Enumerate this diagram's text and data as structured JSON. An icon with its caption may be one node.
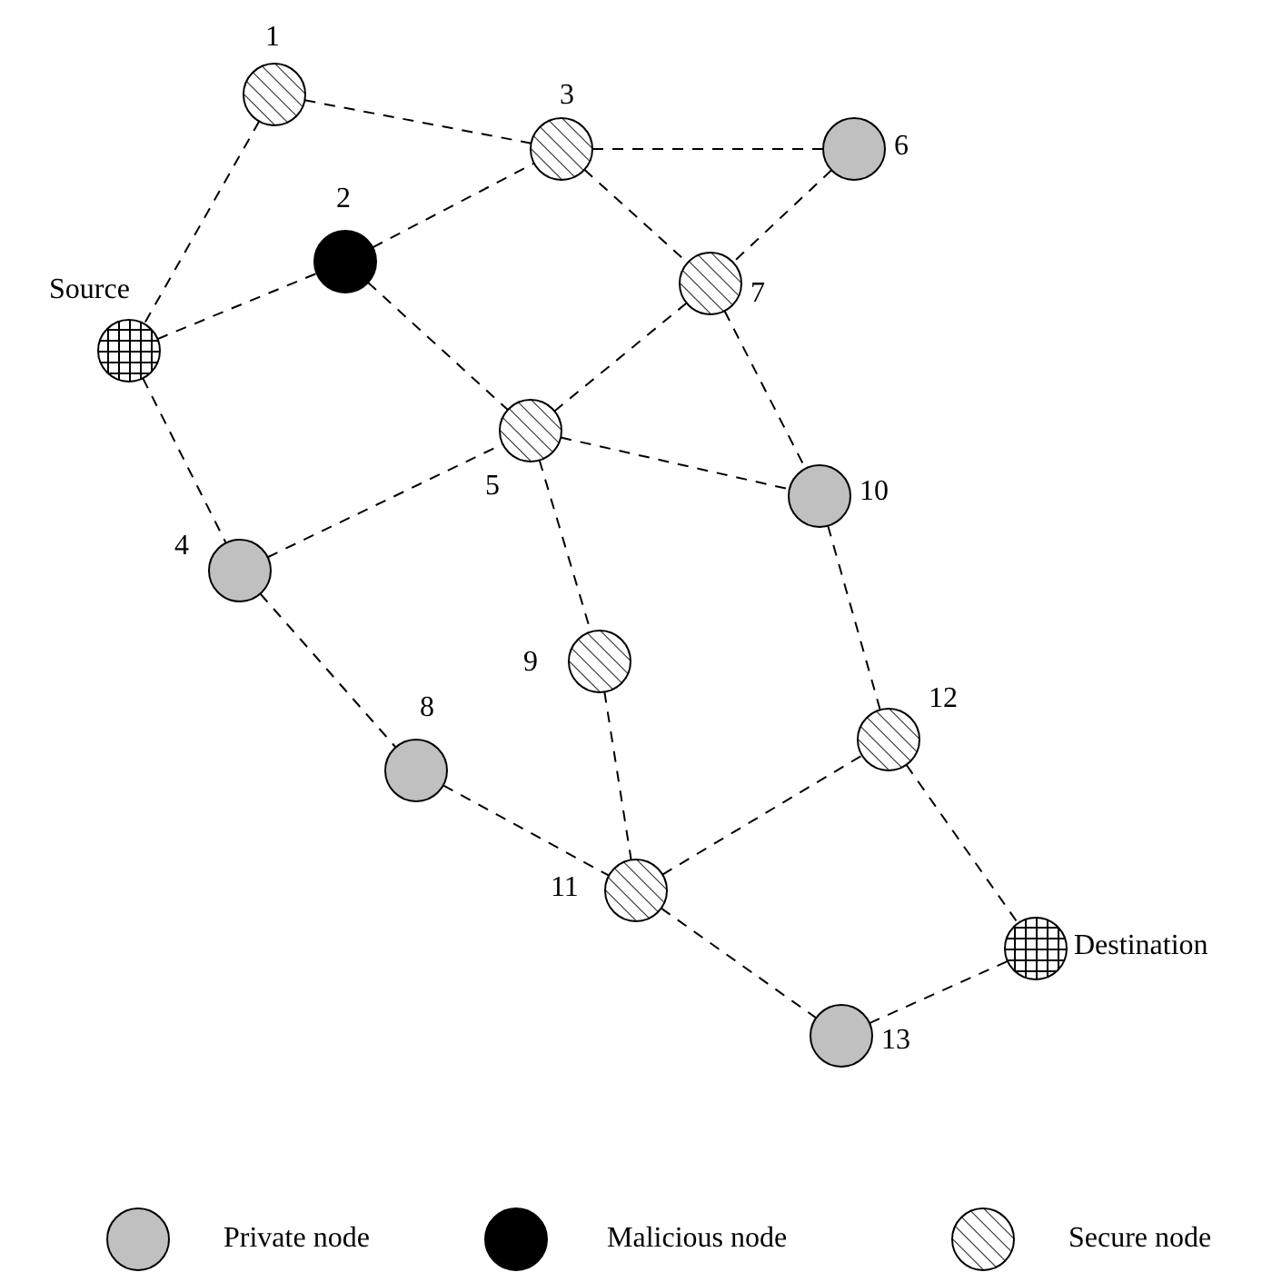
{
  "diagram": {
    "nodes": [
      {
        "text": [
          "Source"
        ]
      },
      {
        "text": [
          "1"
        ]
      },
      {
        "text": [
          "2"
        ]
      },
      {
        "text": [
          "3"
        ]
      },
      {
        "text": [
          "4"
        ]
      },
      {
        "text": [
          "5"
        ]
      },
      {
        "text": [
          "6"
        ]
      },
      {
        "text": [
          "7"
        ]
      },
      {
        "text": [
          "8"
        ]
      },
      {
        "text": [
          "9"
        ]
      },
      {
        "text": [
          "10"
        ]
      },
      {
        "text": [
          "11"
        ]
      },
      {
        "text": [
          "12"
        ]
      },
      {
        "text": [
          "13"
        ]
      },
      {
        "text": [
          "Destination"
        ]
      }
    ],
    "edges": [
      {
        "from": 1,
        "to": 3,
        "arrow": "none",
        "style": "dashed"
      },
      {
        "from": 1,
        "to": 0,
        "arrow": "none",
        "style": "dashed"
      },
      {
        "from": 3,
        "to": 6,
        "arrow": "none",
        "style": "dashed"
      },
      {
        "from": 2,
        "to": 3,
        "arrow": "none",
        "style": "dashed"
      },
      {
        "from": 0,
        "to": 2,
        "arrow": "none",
        "style": "dashed"
      },
      {
        "from": 2,
        "to": 5,
        "arrow": "none",
        "style": "dashed"
      },
      {
        "from": 3,
        "to": 7,
        "arrow": "none",
        "style": "dashed"
      },
      {
        "from": 6,
        "to": 7,
        "arrow": "none",
        "style": "dashed"
      },
      {
        "from": 7,
        "to": 5,
        "arrow": "none",
        "style": "dashed"
      },
      {
        "from": 7,
        "to": 10,
        "arrow": "none",
        "style": "dashed"
      },
      {
        "from": 0,
        "to": 4,
        "arrow": "none",
        "style": "dashed"
      },
      {
        "from": 4,
        "to": 5,
        "arrow": "none",
        "style": "dashed"
      },
      {
        "from": 5,
        "to": 10,
        "arrow": "none",
        "style": "dashed"
      },
      {
        "from": 5,
        "to": 9,
        "arrow": "none",
        "style": "dashed"
      },
      {
        "from": 4,
        "to": 8,
        "arrow": "none",
        "style": "dashed"
      },
      {
        "from": 8,
        "to": 11,
        "arrow": "none",
        "style": "dashed"
      },
      {
        "from": 9,
        "to": 11,
        "arrow": "none",
        "style": "dashed"
      },
      {
        "from": 11,
        "to": 12,
        "arrow": "none",
        "style": "dashed"
      },
      {
        "from": 10,
        "to": 12,
        "arrow": "none",
        "style": "dashed"
      },
      {
        "from": 12,
        "to": 14,
        "arrow": "none",
        "style": "dashed"
      },
      {
        "from": 11,
        "to": 13,
        "arrow": "none",
        "style": "dashed"
      },
      {
        "from": 13,
        "to": 14,
        "arrow": "none",
        "style": "dashed"
      }
    ],
    "legend": [
      {
        "text": "Private node",
        "color": "#c0c0c0"
      },
      {
        "text": "Malicious node",
        "color": "#000000"
      },
      {
        "text": "Secure node"
      }
    ]
  }
}
